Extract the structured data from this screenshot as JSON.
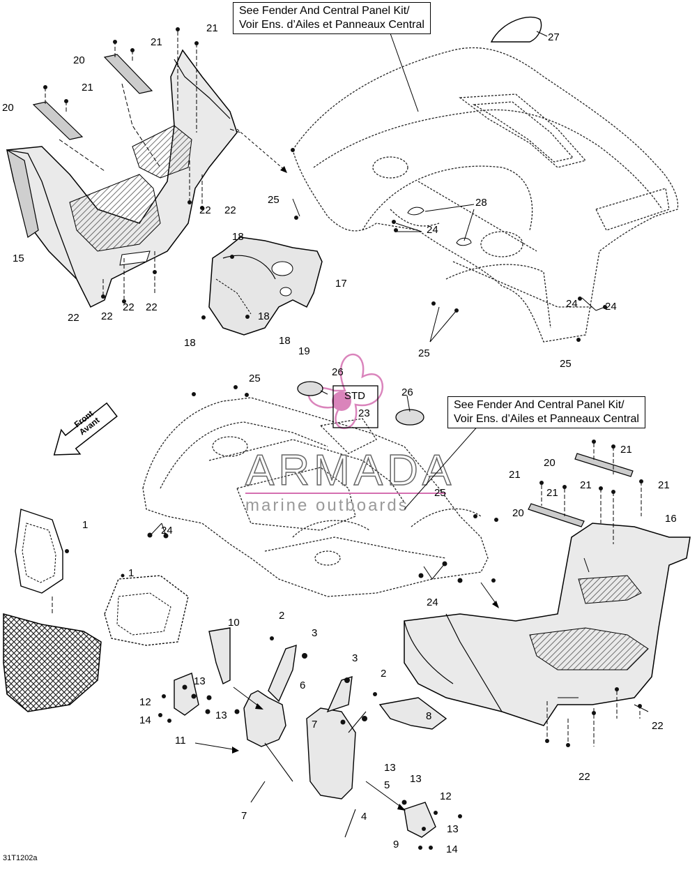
{
  "callouts": {
    "top": {
      "line1": "See Fender And Central Panel Kit/",
      "line2": "Voir Ens. d’Ailes et Panneaux Central"
    },
    "mid": {
      "line1": "See Fender And Central Panel Kit/",
      "line2": "Voir Ens. d’Ailes et Panneaux Central"
    }
  },
  "front_arrow": {
    "line1": "Front",
    "line2": "Avant"
  },
  "std_box": "STD",
  "watermark": {
    "brand": "ARMADA",
    "tagline": "marine outboards",
    "color": "#d46fb0"
  },
  "ref_code": "31T1202a",
  "part_labels": [
    "1",
    "1",
    "2",
    "2",
    "3",
    "3",
    "4",
    "5",
    "6",
    "7",
    "7",
    "8",
    "9",
    "10",
    "11",
    "12",
    "12",
    "13",
    "13",
    "13",
    "13",
    "13",
    "14",
    "14",
    "15",
    "16",
    "17",
    "18",
    "18",
    "18",
    "18",
    "19",
    "20",
    "20",
    "20",
    "20",
    "21",
    "21",
    "21",
    "21",
    "21",
    "21",
    "21",
    "21",
    "22",
    "22",
    "22",
    "22",
    "22",
    "22",
    "22",
    "22",
    "23",
    "24",
    "24",
    "24",
    "24",
    "24",
    "25",
    "25",
    "25",
    "25",
    "25",
    "26",
    "26",
    "27",
    "28"
  ]
}
